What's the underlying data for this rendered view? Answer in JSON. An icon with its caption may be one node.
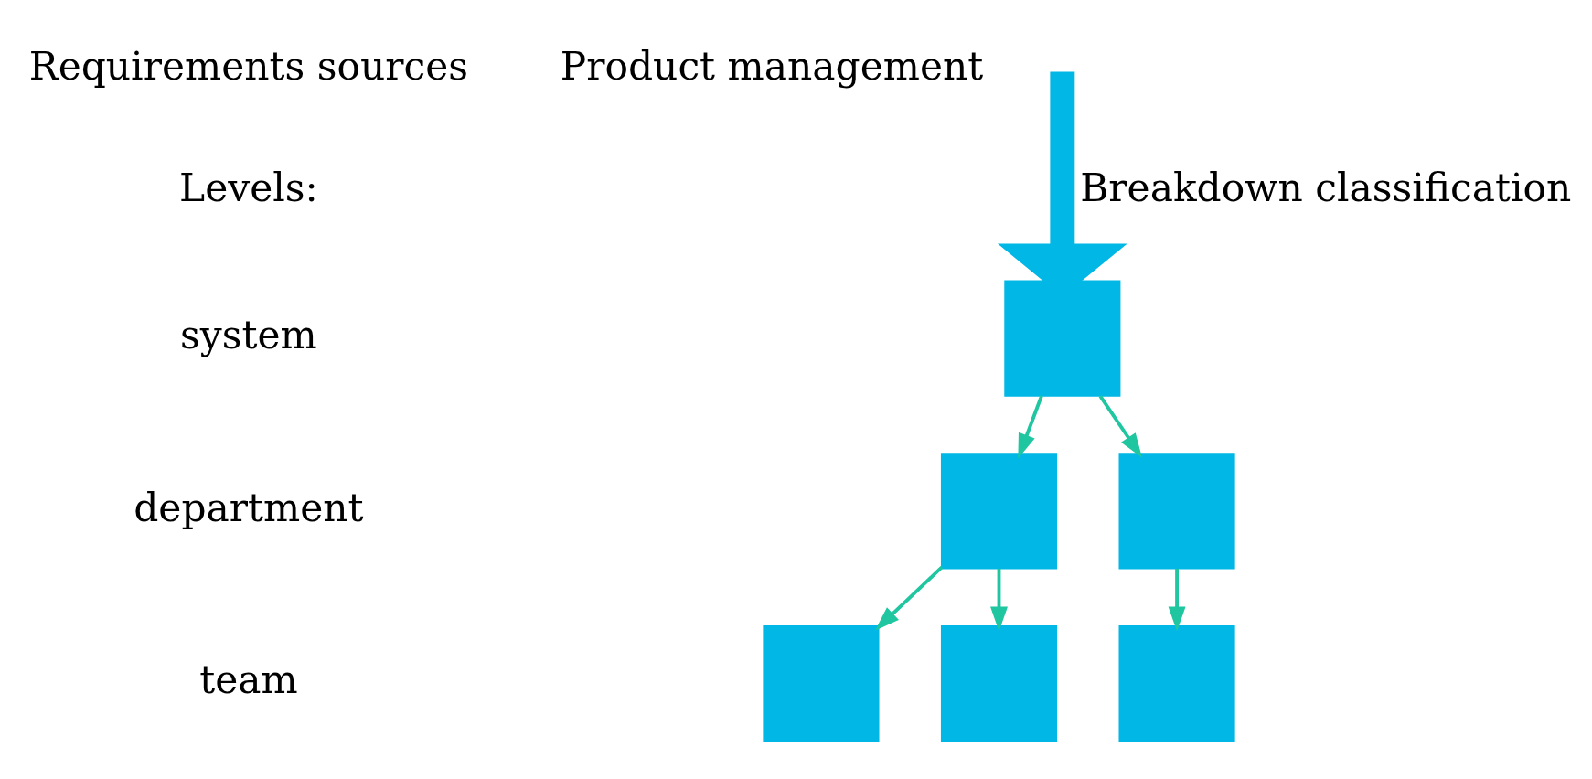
{
  "diagram": {
    "nodes": [
      {
        "text": [],
        "shape": "box"
      },
      {
        "text": [],
        "shape": "box"
      },
      {
        "text": [],
        "shape": "box"
      },
      {
        "text": [],
        "shape": "box"
      },
      {
        "text": [],
        "shape": "box"
      },
      {
        "text": [],
        "shape": "box"
      }
    ],
    "edges": [
      {
        "from": null,
        "to": 0,
        "arrow": "to",
        "label": "Breakdown classification",
        "style": "thick",
        "color": "#00b7e6"
      },
      {
        "from": 0,
        "to": 1,
        "arrow": "to"
      },
      {
        "from": 0,
        "to": 2,
        "arrow": "to"
      },
      {
        "from": 1,
        "to": 3,
        "arrow": "to"
      },
      {
        "from": 1,
        "to": 4,
        "arrow": "to"
      },
      {
        "from": 2,
        "to": 5,
        "arrow": "to"
      }
    ],
    "labels": [
      "Requirements sources",
      "Product management",
      "Levels:",
      "system",
      "department",
      "team"
    ]
  }
}
